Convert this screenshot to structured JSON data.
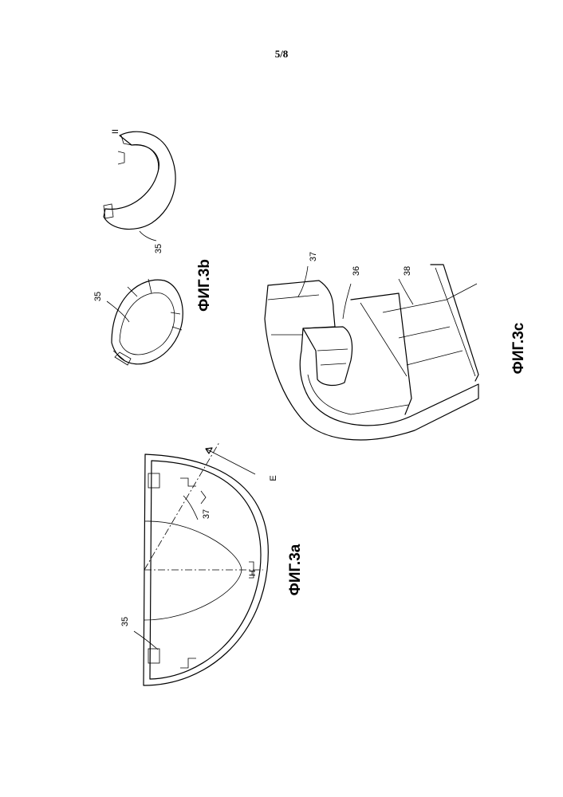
{
  "page": {
    "number": "5/8"
  },
  "figures": {
    "fig3a": {
      "title": "ФИГ.3а",
      "refs": {
        "part_35": "35",
        "part_37": "37",
        "axis_E": "E",
        "mark_H": "H"
      }
    },
    "fig3b": {
      "title": "ФИГ.3b",
      "refs": {
        "part_35_left": "35",
        "part_35_right": "35",
        "mark_II": "II"
      }
    },
    "fig3c": {
      "title": "ФИГ.3с",
      "refs": {
        "part_37": "37",
        "part_36": "36",
        "part_38": "38"
      }
    }
  }
}
